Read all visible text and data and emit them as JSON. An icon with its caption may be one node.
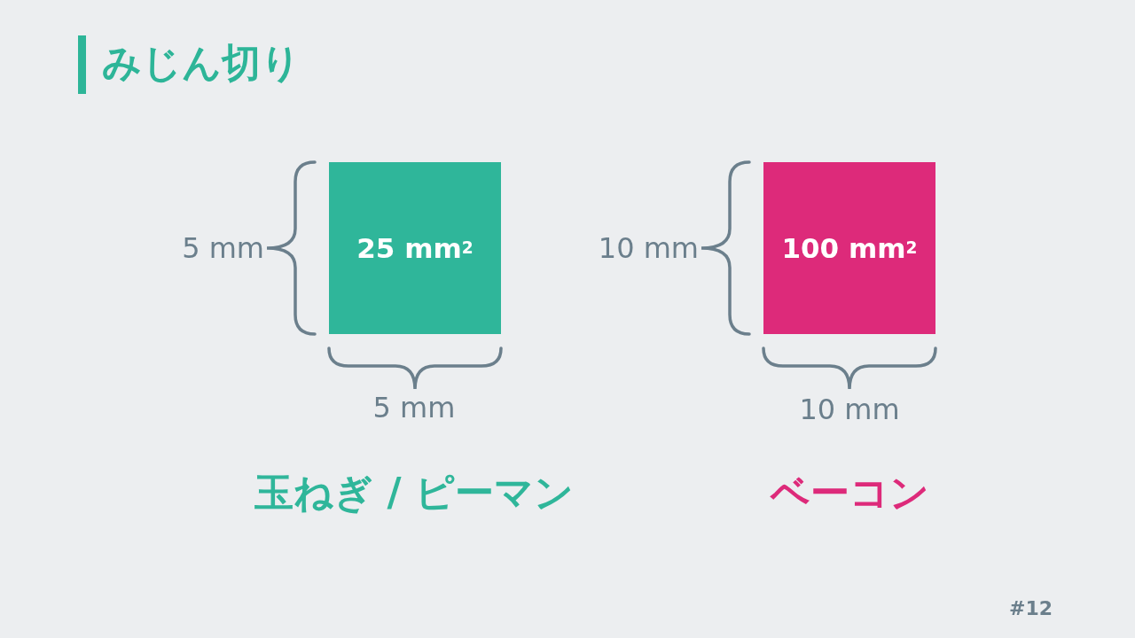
{
  "diagram": {
    "title": "みじん切り",
    "nodes": [
      {
        "text": [
          "25 mm$^{2}$"
        ],
        "beside": [
          "玉ねぎ / ピーマン"
        ]
      },
      {
        "text": [
          "100 mm$^{2}$"
        ],
        "beside": [
          "ベーコン"
        ]
      }
    ],
    "labels": [
      "5 mm",
      "10 mm",
      "5 mm",
      "10 mm",
      "#12"
    ]
  }
}
